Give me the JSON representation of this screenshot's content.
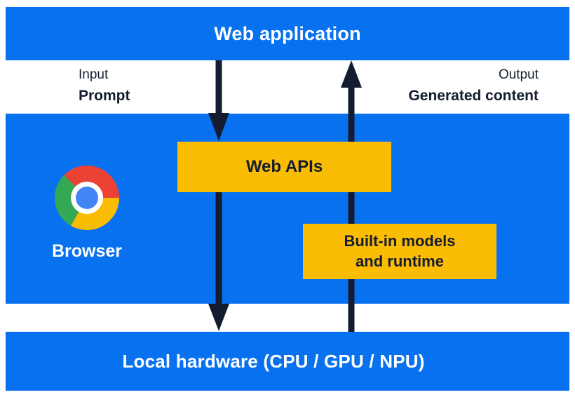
{
  "layers": {
    "web_application": {
      "label": "Web application"
    },
    "browser": {
      "label": "Browser",
      "icon": "chrome-logo-icon"
    },
    "local_hardware": {
      "label": "Local hardware (CPU / GPU / NPU)"
    }
  },
  "annotations": {
    "input": {
      "title": "Input",
      "value": "Prompt"
    },
    "output": {
      "title": "Output",
      "value": "Generated content"
    }
  },
  "boxes": {
    "web_apis": {
      "label": "Web APIs"
    },
    "built_in": {
      "line1": "Built-in models",
      "line2": "and runtime"
    }
  },
  "arrows": [
    {
      "name": "prompt-down-arrow",
      "direction": "down",
      "from": "Web application",
      "through": "Web APIs",
      "to": "Local hardware (CPU / GPU / NPU)"
    },
    {
      "name": "generated-content-up-arrow",
      "direction": "up",
      "from": "Local hardware (CPU / GPU / NPU)",
      "through": "Built-in models and runtime",
      "to": "Web application"
    }
  ],
  "colors": {
    "layer_blue": "#0871F0",
    "box_yellow": "#FBBC04",
    "ink_dark": "#141D2F",
    "text_white": "#FFFFFF",
    "chrome": {
      "red": "#EA4335",
      "yellow": "#FBBC04",
      "green": "#34A853",
      "blue": "#4285F4"
    }
  }
}
